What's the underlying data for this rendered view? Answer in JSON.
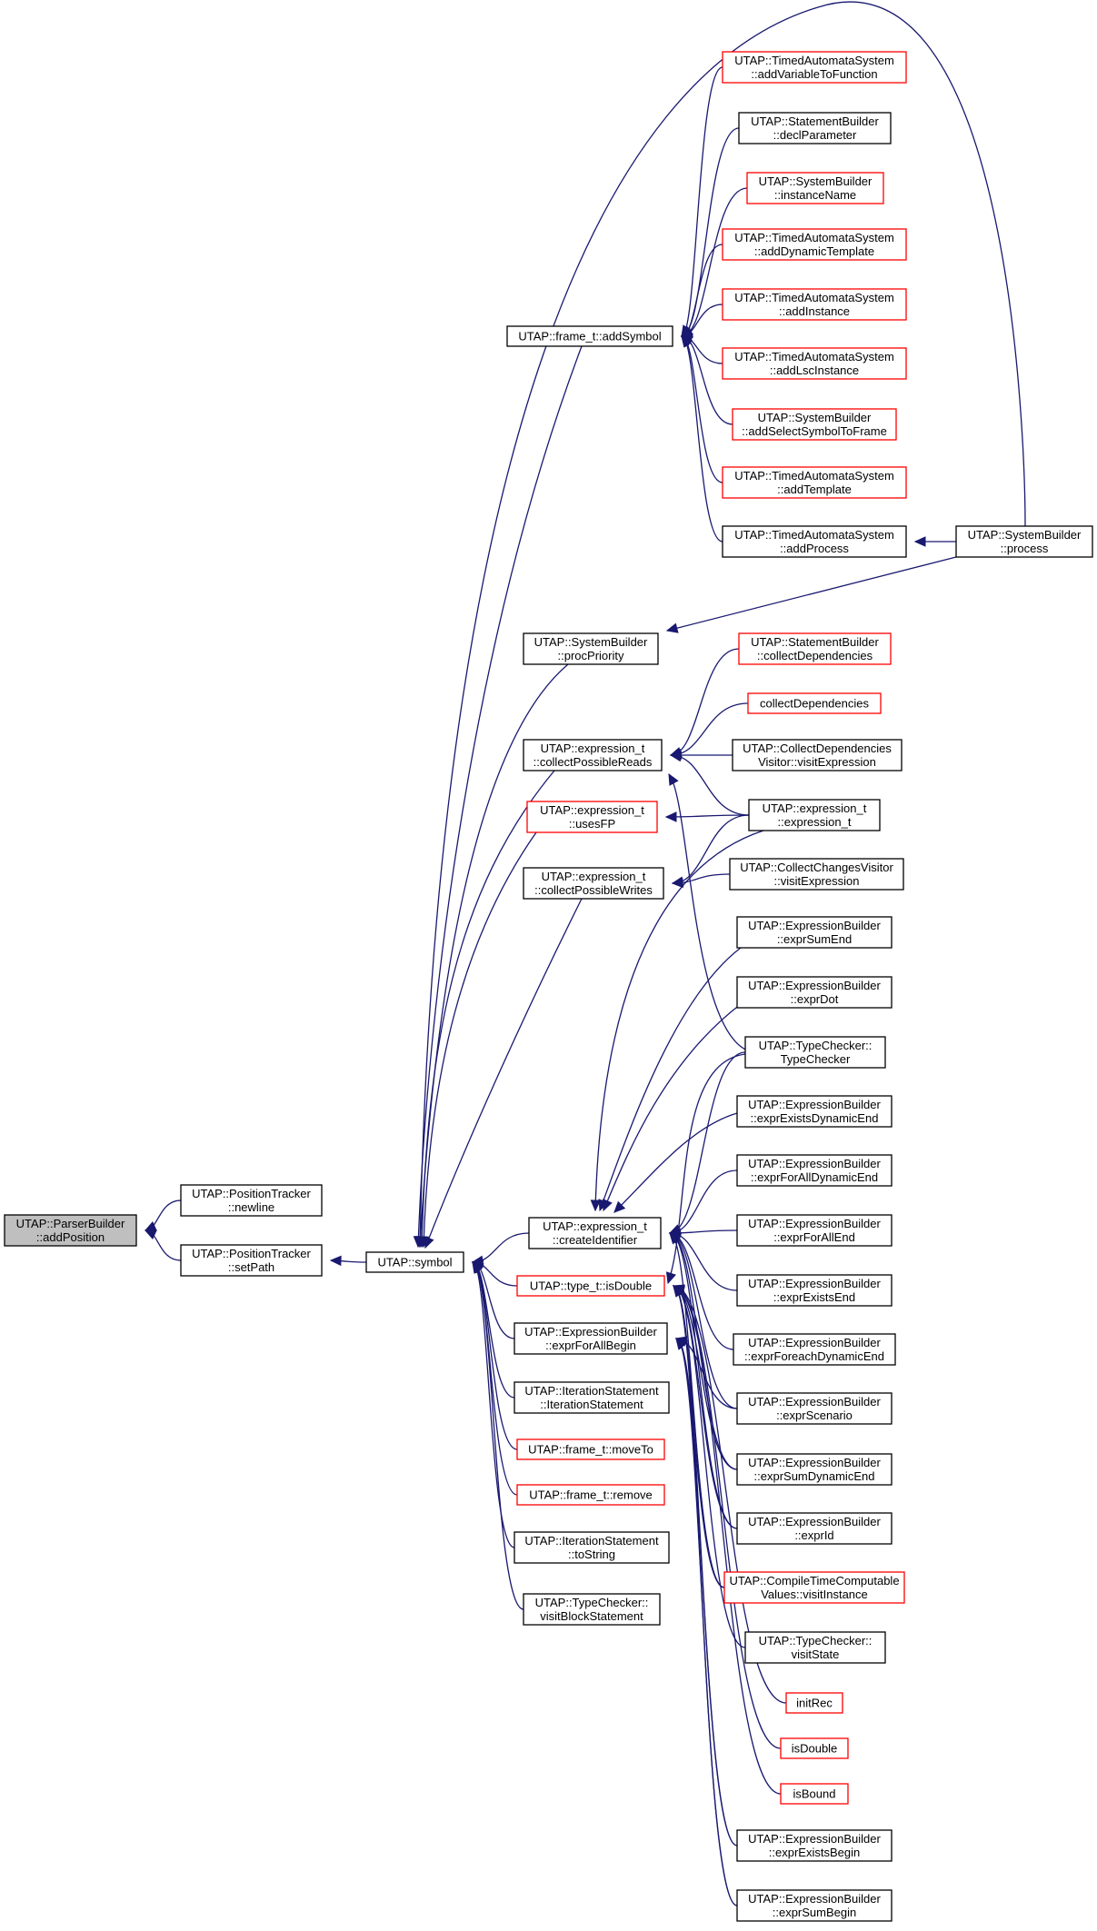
{
  "colors": {
    "edge": "#191970",
    "node_border_normal": "#000000",
    "node_border_truncated": "#ff0000",
    "focus_fill": "#bfbfbf"
  },
  "nodes": [
    {
      "id": "addPosition",
      "lines": [
        "UTAP::ParserBuilder",
        "::addPosition"
      ],
      "style": "focus"
    },
    {
      "id": "newline",
      "lines": [
        "UTAP::PositionTracker",
        "::newline"
      ],
      "style": "normal"
    },
    {
      "id": "setPath",
      "lines": [
        "UTAP::PositionTracker",
        "::setPath"
      ],
      "style": "normal"
    },
    {
      "id": "symbol",
      "lines": [
        "UTAP::symbol"
      ],
      "style": "normal"
    },
    {
      "id": "addSymbol",
      "lines": [
        "UTAP::frame_t::addSymbol"
      ],
      "style": "normal"
    },
    {
      "id": "procPriority",
      "lines": [
        "UTAP::SystemBuilder",
        "::procPriority"
      ],
      "style": "normal"
    },
    {
      "id": "collectPossibleReads",
      "lines": [
        "UTAP::expression_t",
        "::collectPossibleReads"
      ],
      "style": "normal"
    },
    {
      "id": "usesFP",
      "lines": [
        "UTAP::expression_t",
        "::usesFP"
      ],
      "style": "red"
    },
    {
      "id": "collectPossibleWrites",
      "lines": [
        "UTAP::expression_t",
        "::collectPossibleWrites"
      ],
      "style": "normal"
    },
    {
      "id": "createIdentifier",
      "lines": [
        "UTAP::expression_t",
        "::createIdentifier"
      ],
      "style": "normal"
    },
    {
      "id": "isDoubleType",
      "lines": [
        "UTAP::type_t::isDouble"
      ],
      "style": "red"
    },
    {
      "id": "exprForAllBegin",
      "lines": [
        "UTAP::ExpressionBuilder",
        "::exprForAllBegin"
      ],
      "style": "normal"
    },
    {
      "id": "iterCtor",
      "lines": [
        "UTAP::IterationStatement",
        "::IterationStatement"
      ],
      "style": "normal"
    },
    {
      "id": "moveTo",
      "lines": [
        "UTAP::frame_t::moveTo"
      ],
      "style": "red"
    },
    {
      "id": "remove",
      "lines": [
        "UTAP::frame_t::remove"
      ],
      "style": "red"
    },
    {
      "id": "iterToString",
      "lines": [
        "UTAP::IterationStatement",
        "::toString"
      ],
      "style": "normal"
    },
    {
      "id": "visitBlockStatement",
      "lines": [
        "UTAP::TypeChecker::",
        "visitBlockStatement"
      ],
      "style": "normal"
    },
    {
      "id": "addVariableToFunction",
      "lines": [
        "UTAP::TimedAutomataSystem",
        "::addVariableToFunction"
      ],
      "style": "red"
    },
    {
      "id": "declParameter",
      "lines": [
        "UTAP::StatementBuilder",
        "::declParameter"
      ],
      "style": "normal"
    },
    {
      "id": "instanceName",
      "lines": [
        "UTAP::SystemBuilder",
        "::instanceName"
      ],
      "style": "red"
    },
    {
      "id": "addDynamicTemplate",
      "lines": [
        "UTAP::TimedAutomataSystem",
        "::addDynamicTemplate"
      ],
      "style": "red"
    },
    {
      "id": "addInstance",
      "lines": [
        "UTAP::TimedAutomataSystem",
        "::addInstance"
      ],
      "style": "red"
    },
    {
      "id": "addLscInstance",
      "lines": [
        "UTAP::TimedAutomataSystem",
        "::addLscInstance"
      ],
      "style": "red"
    },
    {
      "id": "addSelectSymbolToFrame",
      "lines": [
        "UTAP::SystemBuilder",
        "::addSelectSymbolToFrame"
      ],
      "style": "red"
    },
    {
      "id": "addTemplate",
      "lines": [
        "UTAP::TimedAutomataSystem",
        "::addTemplate"
      ],
      "style": "red"
    },
    {
      "id": "addProcess",
      "lines": [
        "UTAP::TimedAutomataSystem",
        "::addProcess"
      ],
      "style": "normal"
    },
    {
      "id": "process",
      "lines": [
        "UTAP::SystemBuilder",
        "::process"
      ],
      "style": "normal"
    },
    {
      "id": "sbCollectDependencies",
      "lines": [
        "UTAP::StatementBuilder",
        "::collectDependencies"
      ],
      "style": "red"
    },
    {
      "id": "collectDependencies",
      "lines": [
        "collectDependencies"
      ],
      "style": "red"
    },
    {
      "id": "cdvVisitExpression",
      "lines": [
        "UTAP::CollectDependencies",
        "Visitor::visitExpression"
      ],
      "style": "normal"
    },
    {
      "id": "exprCtor",
      "lines": [
        "UTAP::expression_t",
        "::expression_t"
      ],
      "style": "normal"
    },
    {
      "id": "ccvVisitExpression",
      "lines": [
        "UTAP::CollectChangesVisitor",
        "::visitExpression"
      ],
      "style": "normal"
    },
    {
      "id": "exprSumEnd",
      "lines": [
        "UTAP::ExpressionBuilder",
        "::exprSumEnd"
      ],
      "style": "normal"
    },
    {
      "id": "exprDot",
      "lines": [
        "UTAP::ExpressionBuilder",
        "::exprDot"
      ],
      "style": "normal"
    },
    {
      "id": "typeCheckerCtor",
      "lines": [
        "UTAP::TypeChecker::",
        "TypeChecker"
      ],
      "style": "normal"
    },
    {
      "id": "exprExistsDynamicEnd",
      "lines": [
        "UTAP::ExpressionBuilder",
        "::exprExistsDynamicEnd"
      ],
      "style": "normal"
    },
    {
      "id": "exprForAllDynamicEnd",
      "lines": [
        "UTAP::ExpressionBuilder",
        "::exprForAllDynamicEnd"
      ],
      "style": "normal"
    },
    {
      "id": "exprForAllEnd",
      "lines": [
        "UTAP::ExpressionBuilder",
        "::exprForAllEnd"
      ],
      "style": "normal"
    },
    {
      "id": "exprExistsEnd",
      "lines": [
        "UTAP::ExpressionBuilder",
        "::exprExistsEnd"
      ],
      "style": "normal"
    },
    {
      "id": "exprForeachDynamicEnd",
      "lines": [
        "UTAP::ExpressionBuilder",
        "::exprForeachDynamicEnd"
      ],
      "style": "normal"
    },
    {
      "id": "exprScenario",
      "lines": [
        "UTAP::ExpressionBuilder",
        "::exprScenario"
      ],
      "style": "normal"
    },
    {
      "id": "exprSumDynamicEnd",
      "lines": [
        "UTAP::ExpressionBuilder",
        "::exprSumDynamicEnd"
      ],
      "style": "normal"
    },
    {
      "id": "exprId",
      "lines": [
        "UTAP::ExpressionBuilder",
        "::exprId"
      ],
      "style": "normal"
    },
    {
      "id": "visitInstance",
      "lines": [
        "UTAP::CompileTimeComputable",
        "Values::visitInstance"
      ],
      "style": "red"
    },
    {
      "id": "visitState",
      "lines": [
        "UTAP::TypeChecker::",
        "visitState"
      ],
      "style": "normal"
    },
    {
      "id": "initRec",
      "lines": [
        "initRec"
      ],
      "style": "red"
    },
    {
      "id": "isDouble",
      "lines": [
        "isDouble"
      ],
      "style": "red"
    },
    {
      "id": "isBound",
      "lines": [
        "isBound"
      ],
      "style": "red"
    },
    {
      "id": "exprExistsBegin",
      "lines": [
        "UTAP::ExpressionBuilder",
        "::exprExistsBegin"
      ],
      "style": "normal"
    },
    {
      "id": "exprSumBegin",
      "lines": [
        "UTAP::ExpressionBuilder",
        "::exprSumBegin"
      ],
      "style": "normal"
    }
  ],
  "edges": [
    [
      "newline",
      "addPosition"
    ],
    [
      "setPath",
      "addPosition"
    ],
    [
      "symbol",
      "setPath"
    ],
    [
      "addSymbol",
      "symbol"
    ],
    [
      "procPriority",
      "symbol"
    ],
    [
      "collectPossibleReads",
      "symbol"
    ],
    [
      "usesFP",
      "symbol"
    ],
    [
      "collectPossibleWrites",
      "symbol"
    ],
    [
      "createIdentifier",
      "symbol"
    ],
    [
      "isDoubleType",
      "symbol"
    ],
    [
      "exprForAllBegin",
      "symbol"
    ],
    [
      "iterCtor",
      "symbol"
    ],
    [
      "moveTo",
      "symbol"
    ],
    [
      "remove",
      "symbol"
    ],
    [
      "iterToString",
      "symbol"
    ],
    [
      "visitBlockStatement",
      "symbol"
    ],
    [
      "process",
      "symbol"
    ],
    [
      "addVariableToFunction",
      "addSymbol"
    ],
    [
      "declParameter",
      "addSymbol"
    ],
    [
      "instanceName",
      "addSymbol"
    ],
    [
      "addDynamicTemplate",
      "addSymbol"
    ],
    [
      "addInstance",
      "addSymbol"
    ],
    [
      "addLscInstance",
      "addSymbol"
    ],
    [
      "addSelectSymbolToFrame",
      "addSymbol"
    ],
    [
      "addTemplate",
      "addSymbol"
    ],
    [
      "addProcess",
      "addSymbol"
    ],
    [
      "process",
      "addProcess"
    ],
    [
      "process",
      "procPriority"
    ],
    [
      "sbCollectDependencies",
      "collectPossibleReads"
    ],
    [
      "collectDependencies",
      "collectPossibleReads"
    ],
    [
      "cdvVisitExpression",
      "collectPossibleReads"
    ],
    [
      "exprCtor",
      "collectPossibleReads"
    ],
    [
      "typeCheckerCtor",
      "collectPossibleReads"
    ],
    [
      "exprCtor",
      "usesFP"
    ],
    [
      "exprCtor",
      "collectPossibleWrites"
    ],
    [
      "ccvVisitExpression",
      "collectPossibleWrites"
    ],
    [
      "exprCtor",
      "createIdentifier"
    ],
    [
      "exprSumEnd",
      "createIdentifier"
    ],
    [
      "exprDot",
      "createIdentifier"
    ],
    [
      "typeCheckerCtor",
      "createIdentifier"
    ],
    [
      "exprExistsDynamicEnd",
      "createIdentifier"
    ],
    [
      "exprForAllDynamicEnd",
      "createIdentifier"
    ],
    [
      "exprForAllEnd",
      "createIdentifier"
    ],
    [
      "exprExistsEnd",
      "createIdentifier"
    ],
    [
      "exprForeachDynamicEnd",
      "createIdentifier"
    ],
    [
      "exprScenario",
      "createIdentifier"
    ],
    [
      "exprSumDynamicEnd",
      "createIdentifier"
    ],
    [
      "exprId",
      "createIdentifier"
    ],
    [
      "visitInstance",
      "createIdentifier"
    ],
    [
      "typeCheckerCtor",
      "isDoubleType"
    ],
    [
      "exprSumDynamicEnd",
      "isDoubleType"
    ],
    [
      "exprId",
      "isDoubleType"
    ],
    [
      "visitInstance",
      "isDoubleType"
    ],
    [
      "visitState",
      "isDoubleType"
    ],
    [
      "initRec",
      "isDoubleType"
    ],
    [
      "isDouble",
      "isDoubleType"
    ],
    [
      "isBound",
      "isDoubleType"
    ],
    [
      "exprExistsBegin",
      "isDoubleType"
    ],
    [
      "exprSumBegin",
      "isDoubleType"
    ],
    [
      "exprExistsBegin",
      "exprForAllBegin"
    ],
    [
      "exprSumBegin",
      "exprForAllBegin"
    ],
    [
      "exprScenario",
      "exprForAllBegin"
    ],
    [
      "visitInstance",
      "exprForAllBegin"
    ]
  ]
}
